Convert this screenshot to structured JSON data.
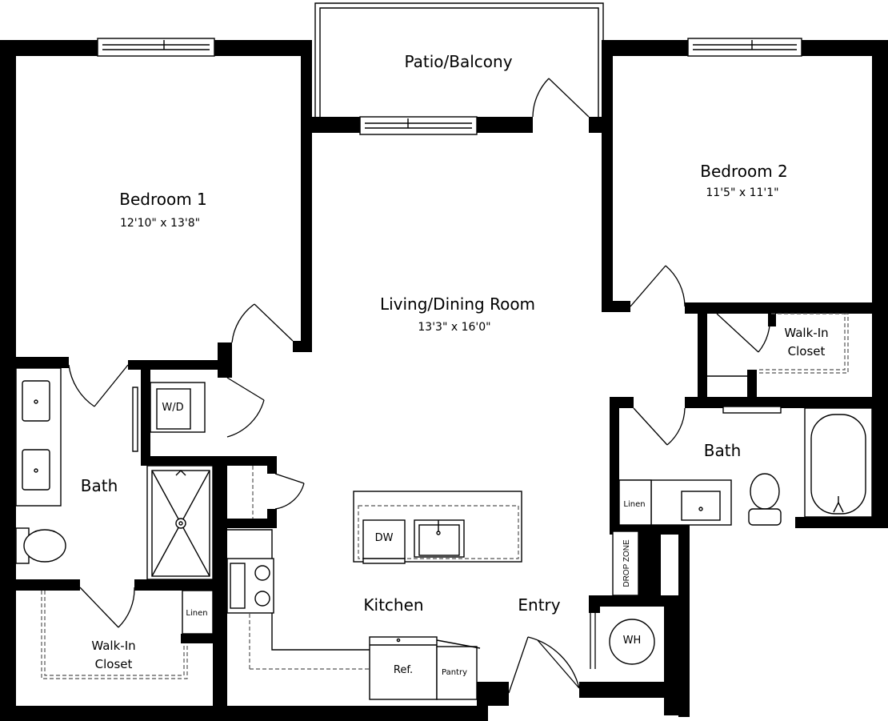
{
  "rooms": {
    "patio": "Patio/Balcony",
    "bedroom1": "Bedroom  1",
    "bedroom1_dim": "12'10\" x 13'8\"",
    "living": "Living/Dining Room",
    "living_dim": "13'3\" x 16'0\"",
    "bedroom2": "Bedroom  2",
    "bedroom2_dim": "11'5\" x 11'1\"",
    "walkin2_line1": "Walk-In",
    "walkin2_line2": "Closet",
    "bath1": "Bath",
    "bath2": "Bath",
    "kitchen": "Kitchen",
    "entry": "Entry",
    "walkin1_line1": "Walk-In",
    "walkin1_line2": "Closet"
  },
  "fixtures": {
    "washer_dryer": "W/D",
    "dishwasher": "DW",
    "refrigerator": "Ref.",
    "pantry": "Pantry",
    "linen1": "Linen",
    "linen2": "Linen",
    "water_heater": "WH",
    "drop_zone": "DROP ZONE"
  }
}
